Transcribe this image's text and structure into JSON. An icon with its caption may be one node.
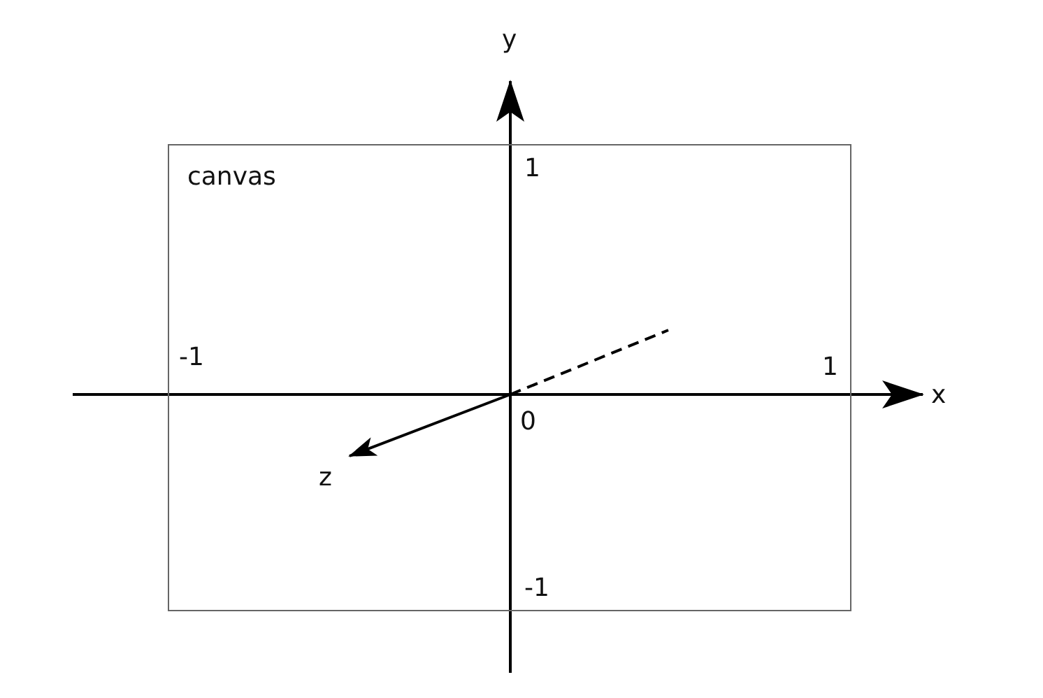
{
  "diagram": {
    "nodes": [
      {
        "text": [
          "canvas"
        ]
      }
    ],
    "labels": [
      "y",
      "1",
      "-1",
      "1",
      "x",
      "0",
      "z",
      "-1"
    ]
  }
}
